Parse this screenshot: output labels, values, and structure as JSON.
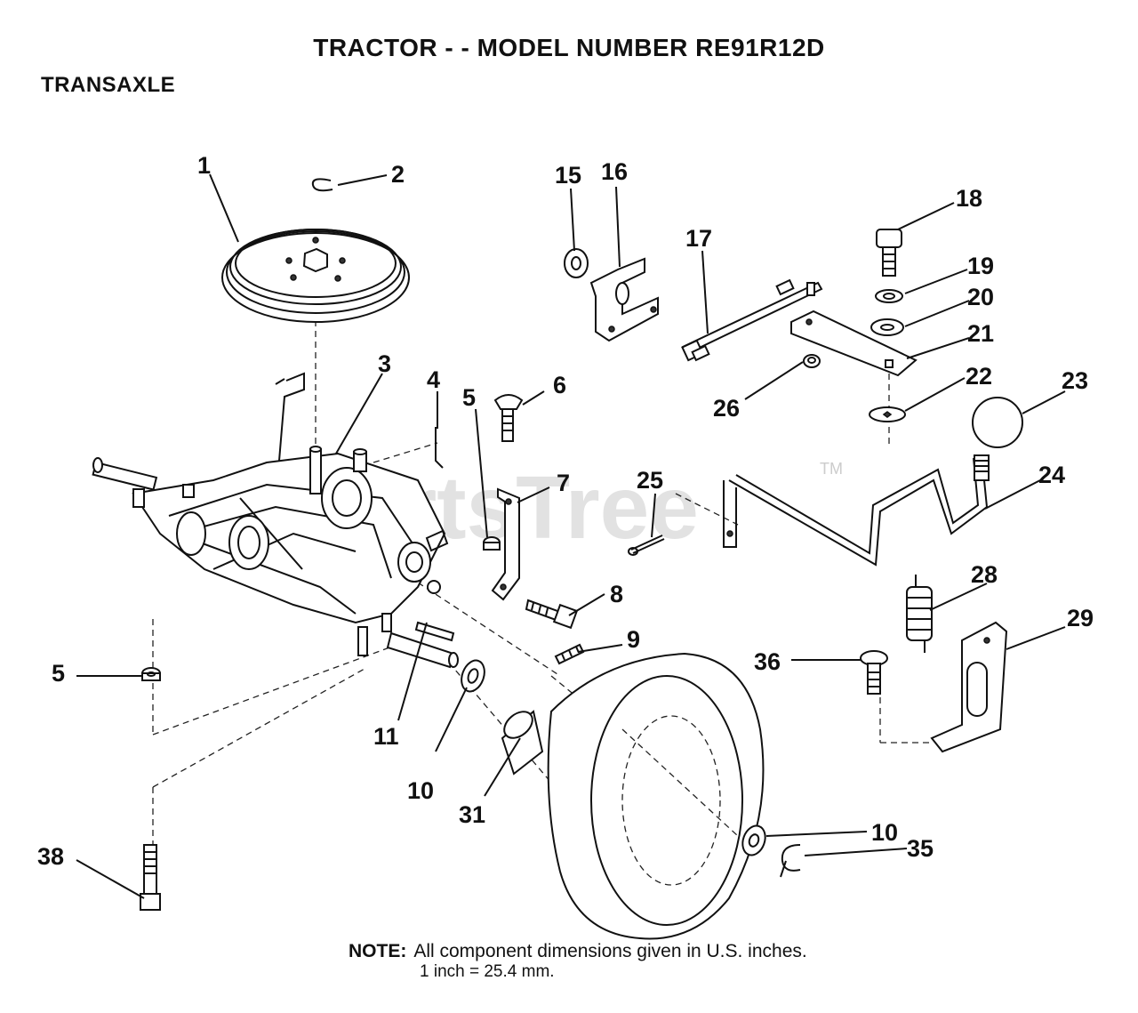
{
  "header": {
    "title": "TRACTOR - - MODEL NUMBER RE91R12D",
    "section": "TRANSAXLE"
  },
  "watermark": {
    "text": "PartsTree",
    "tm": "TM"
  },
  "callouts": {
    "c1": "1",
    "c2": "2",
    "c3": "3",
    "c4": "4",
    "c5a": "5",
    "c5b": "5",
    "c6": "6",
    "c7": "7",
    "c8": "8",
    "c9": "9",
    "c10a": "10",
    "c10b": "10",
    "c11": "11",
    "c15": "15",
    "c16": "16",
    "c17": "17",
    "c18": "18",
    "c19": "19",
    "c20": "20",
    "c21": "21",
    "c22": "22",
    "c23": "23",
    "c24": "24",
    "c25": "25",
    "c26": "26",
    "c28": "28",
    "c29": "29",
    "c31": "31",
    "c35": "35",
    "c36": "36",
    "c38": "38"
  },
  "note": {
    "label": "NOTE:",
    "line1": "All component dimensions given in U.S. inches.",
    "line2": "1 inch = 25.4 mm."
  }
}
